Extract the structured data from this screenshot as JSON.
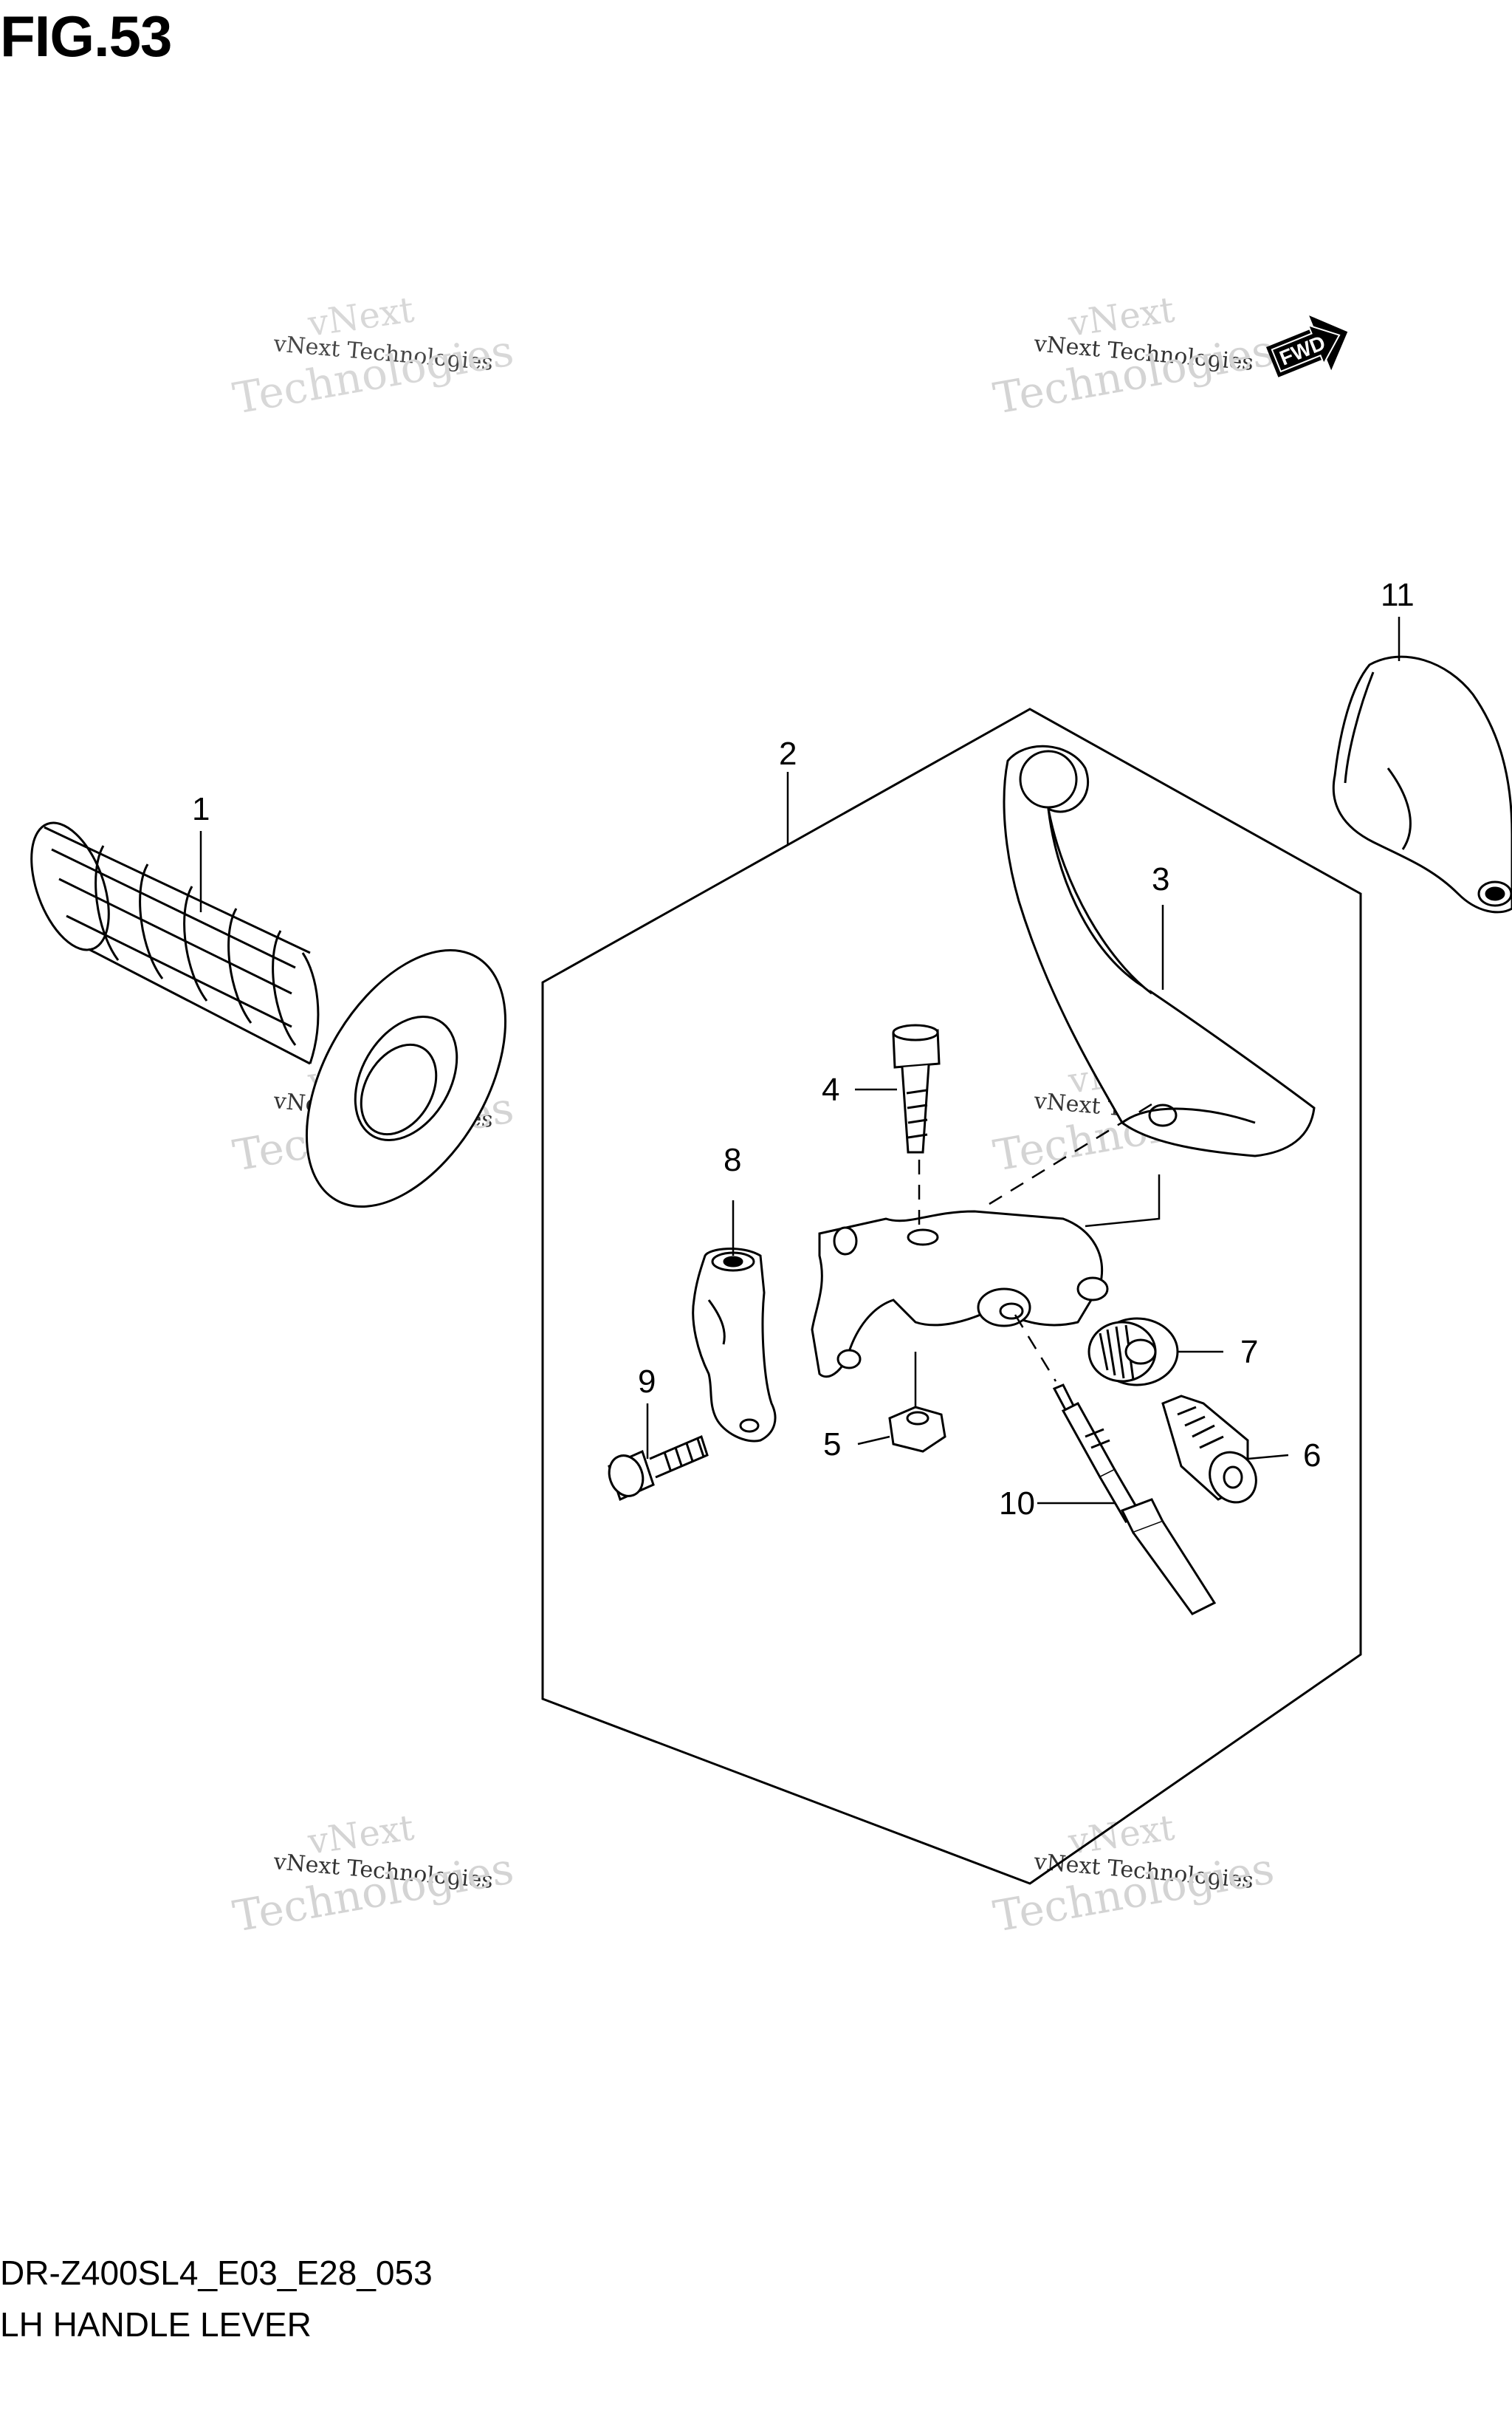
{
  "figure": {
    "title": "FIG.53",
    "model_code": "DR-Z400SL4_E03_E28_053",
    "part_name": "LH HANDLE LEVER"
  },
  "fwd_label": "FWD",
  "watermark": {
    "line1": "vNext Technologies",
    "line2": "vNext",
    "line3": "Technologies"
  },
  "callouts": [
    {
      "id": "c1",
      "label": "1"
    },
    {
      "id": "c2",
      "label": "2"
    },
    {
      "id": "c3",
      "label": "3"
    },
    {
      "id": "c4",
      "label": "4"
    },
    {
      "id": "c5",
      "label": "5"
    },
    {
      "id": "c6",
      "label": "6"
    },
    {
      "id": "c7",
      "label": "7"
    },
    {
      "id": "c8",
      "label": "8"
    },
    {
      "id": "c9",
      "label": "9"
    },
    {
      "id": "c10",
      "label": "10"
    },
    {
      "id": "c11",
      "label": "11"
    }
  ]
}
